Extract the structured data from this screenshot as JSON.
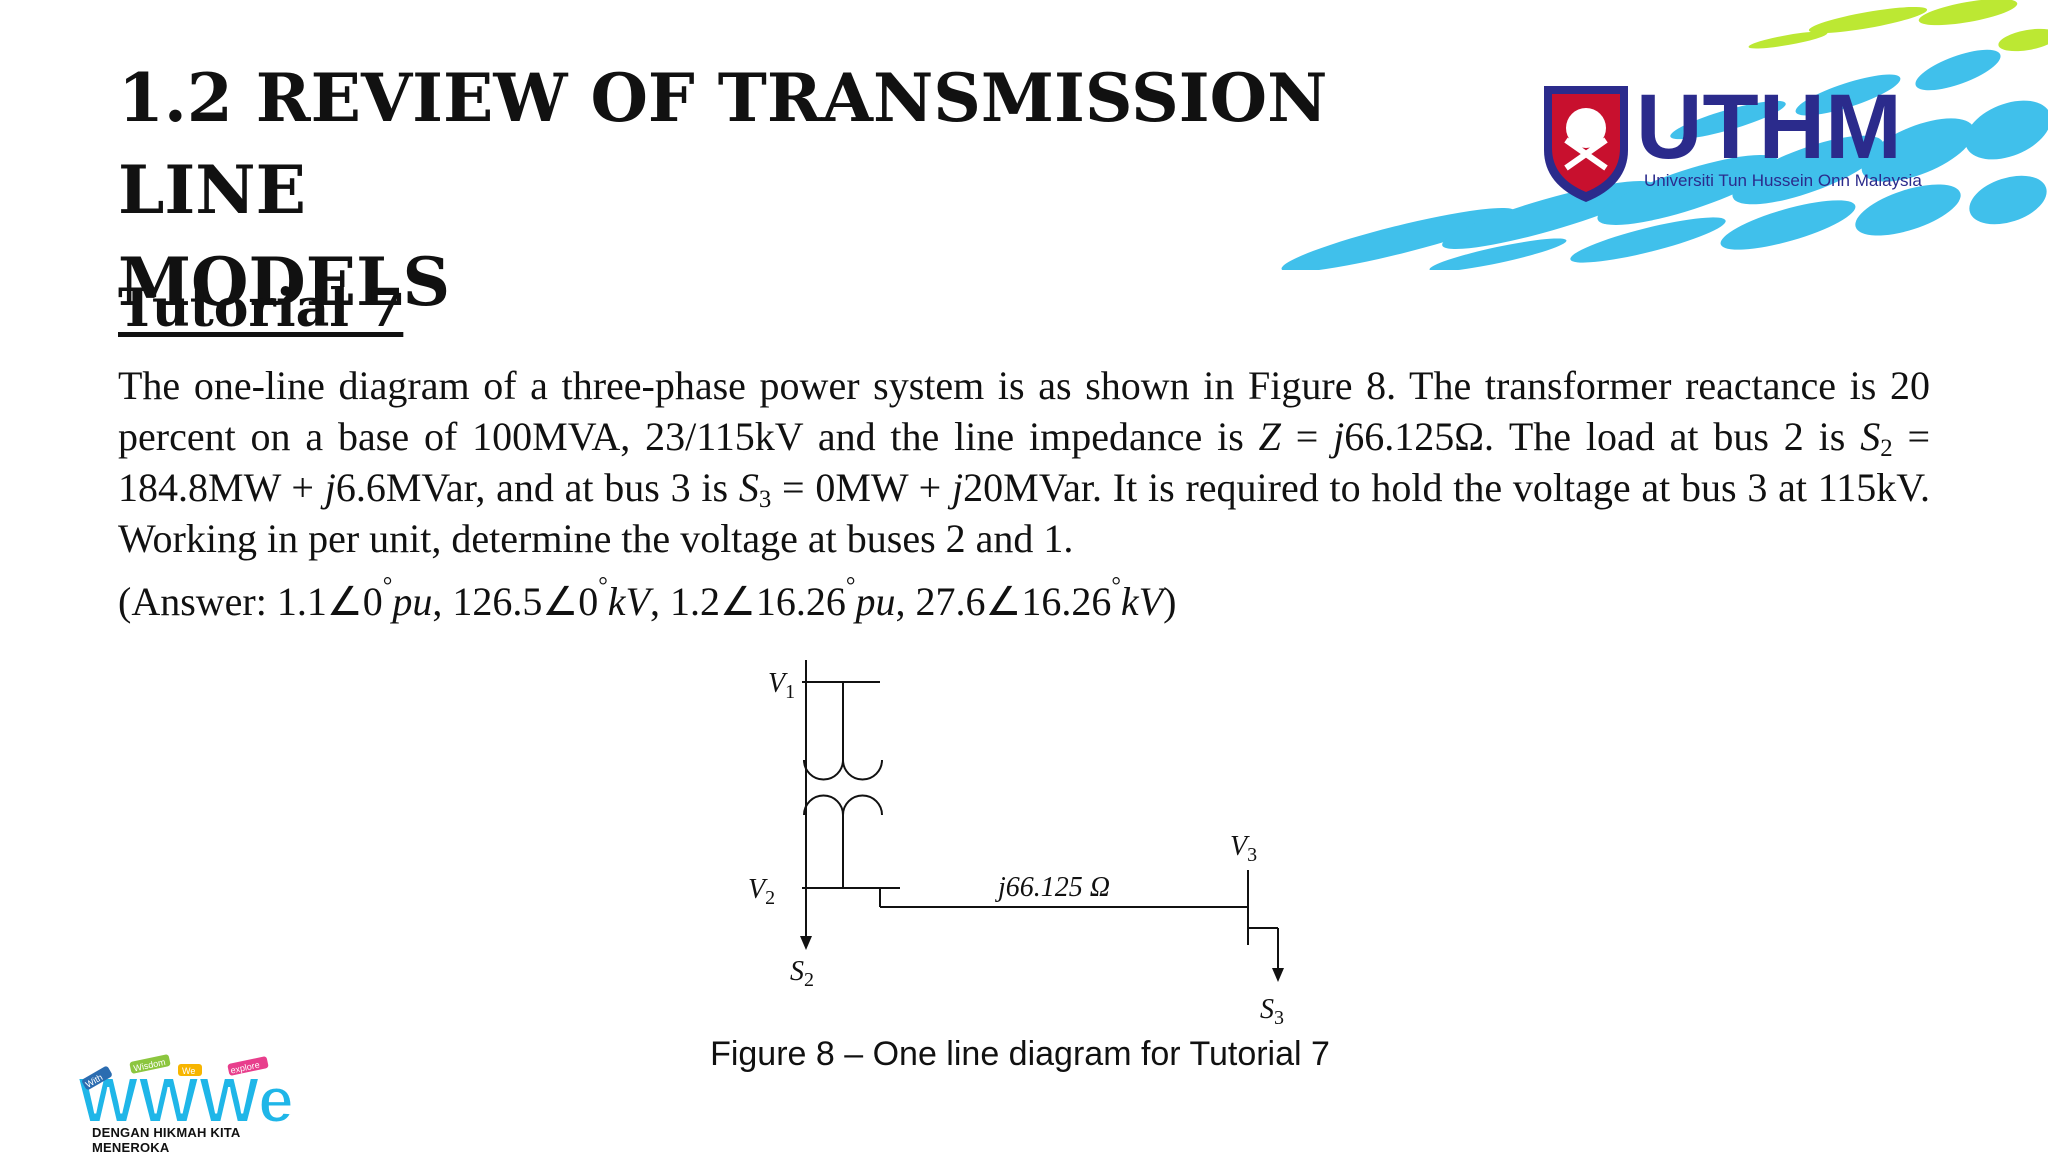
{
  "header": {
    "title_line1": "1.2 REVIEW OF TRANSMISSION LINE",
    "title_line2": "MODELS",
    "logo_text": "UTHM",
    "logo_subtext": "Universiti Tun Hussein Onn Malaysia"
  },
  "tutorial": {
    "heading": "Tutorial 7",
    "p1a": "The one-line diagram of a three-phase power system is as shown in Figure 8. The transformer reactance is 20 percent on a base of 100MVA, 23/115kV and the line impedance is ",
    "z_sym": "Z",
    "p1b": " = ",
    "j1": "j",
    "z_val": "66.125Ω.",
    "p2a": " The load at bus 2 is ",
    "s2_sym": "S",
    "s2_sub": "2",
    "s2_val": " = 184.8MW + ",
    "j2": "j",
    "s2_val2": "6.6MVar, and at bus 3 is ",
    "s3_sym": "S",
    "s3_sub": "3",
    "s3_val": " = 0MW + ",
    "j3": "j",
    "s3_val2": "20MVar. It is required to hold the voltage at bus 3 at 115kV. Working in per unit, determine the voltage at buses 2 and 1.",
    "answer": {
      "open": "(Answer: ",
      "a1": "1.1∠0",
      "a1u": "pu",
      "sep1": ", ",
      "a2": "126.5∠0",
      "a2u": "kV",
      "sep2": ", ",
      "a3": "1.2∠16.26",
      "a3u": "pu",
      "sep3": ", ",
      "a4": "27.6∠16.26",
      "a4u": "kV",
      "close": ")",
      "degree": "°"
    }
  },
  "diagram": {
    "v1": "V",
    "v1_sub": "1",
    "v2": "V",
    "v2_sub": "2",
    "v3": "V",
    "v3_sub": "3",
    "s2": "S",
    "s2_sub": "2",
    "s3": "S",
    "s3_sub": "3",
    "line_label": "j66.125 Ω",
    "caption": "Figure 8 – One line diagram for Tutorial 7"
  },
  "footer": {
    "badge_text": "WWWe",
    "badge_words": [
      "With",
      "Wisdom",
      "We",
      "explore"
    ],
    "motto": "DENGAN HIKMAH KITA MENEROKA"
  },
  "colors": {
    "deco_cyan": "#1fb6e8",
    "deco_green": "#b5e61d",
    "logo_blue": "#2b2b8c",
    "logo_red": "#c8102e"
  }
}
